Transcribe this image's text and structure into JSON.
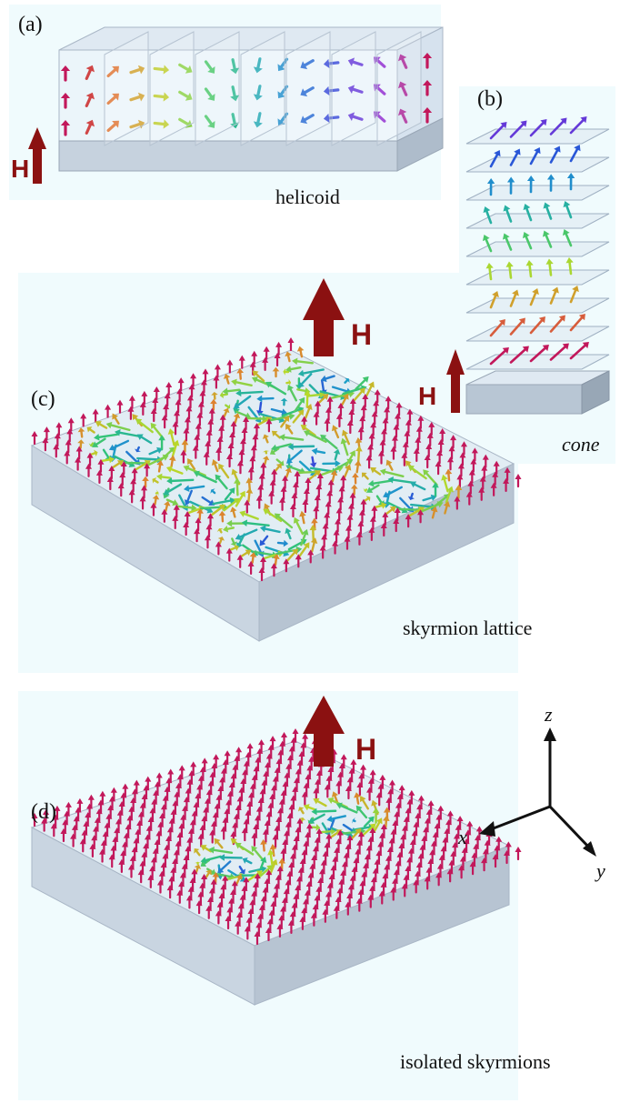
{
  "panels": {
    "a": {
      "label": "(a)",
      "caption": "helicoid",
      "field": "H"
    },
    "b": {
      "label": "(b)",
      "caption": "cone",
      "field": "H"
    },
    "c": {
      "label": "(c)",
      "caption": "skyrmion lattice",
      "field": "H"
    },
    "d": {
      "label": "(d)",
      "caption": "isolated skyrmions",
      "field": "H"
    }
  },
  "axes": {
    "z": "z",
    "x": "x",
    "y": "y"
  },
  "colors": {
    "up": "#c2185b",
    "orange": "#e07a2e",
    "yellow": "#b8d92a",
    "green": "#2fc27a",
    "cyan": "#1e9ec9",
    "blue": "#2a4fd8",
    "purple": "#8a2bd8",
    "field_arrow": "#8b1111"
  }
}
